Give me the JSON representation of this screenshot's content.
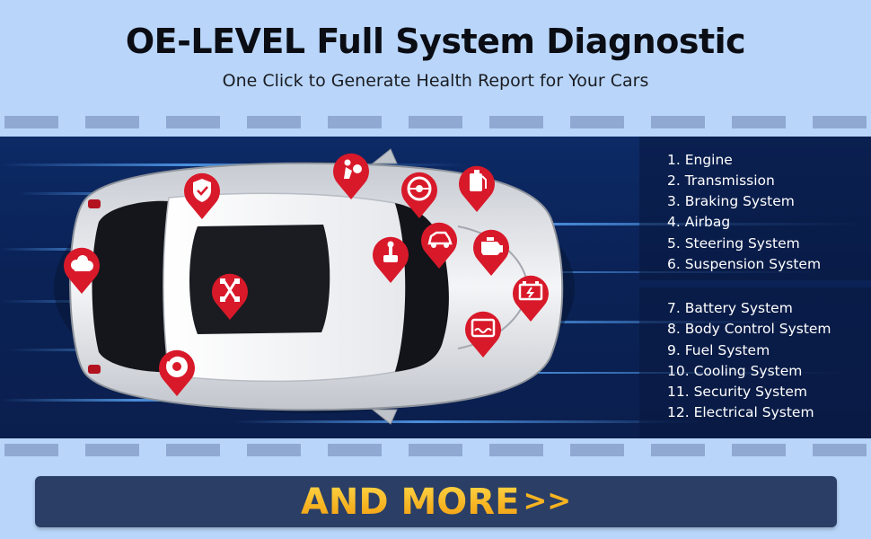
{
  "header": {
    "title": "OE-LEVEL Full System Diagnostic",
    "subtitle": "One Click to Generate Health Report for Your Cars"
  },
  "systems_group_1": [
    "1. Engine",
    "2. Transmission",
    "3. Braking System",
    "4. Airbag",
    "5. Steering System",
    "6. Suspension System"
  ],
  "systems_group_2": [
    "7. Battery System",
    "8. Body Control System",
    "9. Fuel System",
    "10. Cooling System",
    "11. Security System",
    "12. Electrical System"
  ],
  "pins": [
    "shield-security-icon",
    "airbag-icon",
    "steering-wheel-icon",
    "fuel-icon",
    "exhaust-cloud-icon",
    "suspension-icon",
    "transmission-icon",
    "body-control-icon",
    "engine-icon",
    "battery-icon",
    "cooling-icon",
    "brake-icon"
  ],
  "footer": {
    "more_label": "AND MORE",
    "more_arrows": ">>"
  },
  "colors": {
    "background": "#b9d6fa",
    "stage": "#0a2256",
    "pin_red": "#d8192a",
    "accent_gold": "#f6b321",
    "bar": "#2a3e66"
  }
}
